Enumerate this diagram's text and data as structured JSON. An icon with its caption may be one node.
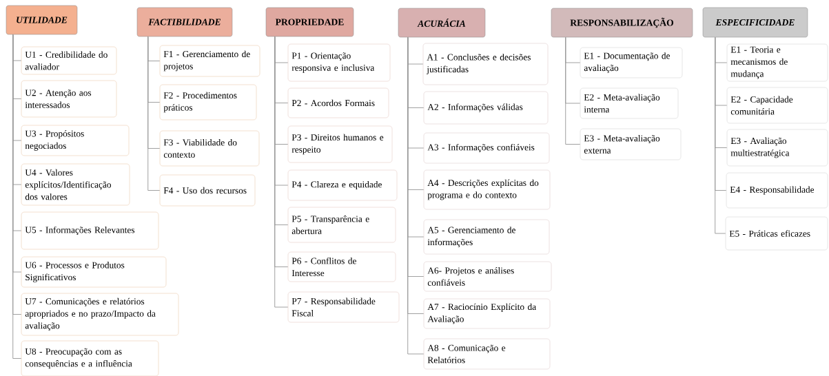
{
  "diagram": {
    "nodes": [
      {
        "text": [
          "UTILIDADE"
        ]
      },
      {
        "text": [
          "U1 - Credibilidade do avaliador"
        ]
      },
      {
        "text": [
          "U2 - Atenção aos interessados"
        ]
      },
      {
        "text": [
          "U3 - Propósitos negociados"
        ]
      },
      {
        "text": [
          "U4 - Valores explícitos/Identificação dos valores"
        ]
      },
      {
        "text": [
          "U5 - Informações Relevantes"
        ]
      },
      {
        "text": [
          "U6 - Processos e Produtos Significativos"
        ]
      },
      {
        "text": [
          "U7 - Comunicações e relatórios apropriados e no prazo/Impacto da avaliação"
        ]
      },
      {
        "text": [
          "U8 - Preocupação com as consequências e a influência"
        ]
      },
      {
        "text": [
          "FACTIBILIDADE"
        ]
      },
      {
        "text": [
          "F1 - Gerenciamento de projetos"
        ]
      },
      {
        "text": [
          "F2 - Procedimentos práticos"
        ]
      },
      {
        "text": [
          "F3 - Viabilidade do contexto"
        ]
      },
      {
        "text": [
          "F4 - Uso dos recursos"
        ]
      },
      {
        "text": [
          "PROPRIEDADE"
        ]
      },
      {
        "text": [
          "P1 - Orientação responsiva e inclusiva"
        ]
      },
      {
        "text": [
          "P2 - Acordos Formais"
        ]
      },
      {
        "text": [
          "P3 - Direitos humanos e respeito"
        ]
      },
      {
        "text": [
          "P4 - Clareza e equidade"
        ]
      },
      {
        "text": [
          "P5 - Transparência e abertura"
        ]
      },
      {
        "text": [
          "P6 - Conflitos de Interesse"
        ]
      },
      {
        "text": [
          "P7 - Responsabilidade Fiscal"
        ]
      },
      {
        "text": [
          "ACURÁCIA"
        ]
      },
      {
        "text": [
          "A1 - Conclusões e decisões justificadas"
        ]
      },
      {
        "text": [
          "A2 - Informações válidas"
        ]
      },
      {
        "text": [
          "A3 - Informações confiáveis"
        ]
      },
      {
        "text": [
          "A4 - Descrições explícitas do programa e do contexto"
        ]
      },
      {
        "text": [
          "A5 - Gerenciamento de informações"
        ]
      },
      {
        "text": [
          "A6- Projetos e análises confiáveis"
        ]
      },
      {
        "text": [
          "A7 - Raciocínio Explícito da Avaliação"
        ]
      },
      {
        "text": [
          "A8 - Comunicação e Relatórios"
        ]
      },
      {
        "text": [
          "RESPONSABILIZAÇÃO"
        ]
      },
      {
        "text": [
          "E1 - Documentação de avaliação"
        ]
      },
      {
        "text": [
          "E2 - Meta-avaliação interna"
        ]
      },
      {
        "text": [
          "E3 - Meta-avaliação externa"
        ]
      },
      {
        "text": [
          "ESPECIFICIDADE"
        ]
      },
      {
        "text": [
          "E1 - Teoria e mecanismos de mudança"
        ]
      },
      {
        "text": [
          "E2 - Capacidade comunitária"
        ]
      },
      {
        "text": [
          "E3 - Avaliação multiestratégica"
        ]
      },
      {
        "text": [
          "E4 - Responsabilidade"
        ]
      },
      {
        "text": [
          "E5 - Práticas eficazes"
        ]
      }
    ],
    "edges": [
      {
        "from": 0,
        "to": 1,
        "arrow": "none"
      },
      {
        "from": 0,
        "to": 2,
        "arrow": "none"
      },
      {
        "from": 0,
        "to": 3,
        "arrow": "none"
      },
      {
        "from": 0,
        "to": 4,
        "arrow": "none"
      },
      {
        "from": 0,
        "to": 5,
        "arrow": "none"
      },
      {
        "from": 0,
        "to": 6,
        "arrow": "none"
      },
      {
        "from": 0,
        "to": 7,
        "arrow": "none"
      },
      {
        "from": 0,
        "to": 8,
        "arrow": "none"
      },
      {
        "from": 9,
        "to": 10,
        "arrow": "none"
      },
      {
        "from": 9,
        "to": 11,
        "arrow": "none"
      },
      {
        "from": 9,
        "to": 12,
        "arrow": "none"
      },
      {
        "from": 9,
        "to": 13,
        "arrow": "none"
      },
      {
        "from": 14,
        "to": 15,
        "arrow": "none"
      },
      {
        "from": 14,
        "to": 16,
        "arrow": "none"
      },
      {
        "from": 14,
        "to": 17,
        "arrow": "none"
      },
      {
        "from": 14,
        "to": 18,
        "arrow": "none"
      },
      {
        "from": 14,
        "to": 19,
        "arrow": "none"
      },
      {
        "from": 14,
        "to": 20,
        "arrow": "none"
      },
      {
        "from": 14,
        "to": 21,
        "arrow": "none"
      },
      {
        "from": 22,
        "to": 23,
        "arrow": "none"
      },
      {
        "from": 22,
        "to": 24,
        "arrow": "none"
      },
      {
        "from": 22,
        "to": 25,
        "arrow": "none"
      },
      {
        "from": 22,
        "to": 26,
        "arrow": "none"
      },
      {
        "from": 22,
        "to": 27,
        "arrow": "none"
      },
      {
        "from": 22,
        "to": 28,
        "arrow": "none"
      },
      {
        "from": 22,
        "to": 29,
        "arrow": "none"
      },
      {
        "from": 22,
        "to": 30,
        "arrow": "none"
      },
      {
        "from": 31,
        "to": 32,
        "arrow": "none"
      },
      {
        "from": 31,
        "to": 33,
        "arrow": "none"
      },
      {
        "from": 31,
        "to": 34,
        "arrow": "none"
      },
      {
        "from": 35,
        "to": 36,
        "arrow": "none"
      },
      {
        "from": 35,
        "to": 37,
        "arrow": "none"
      },
      {
        "from": 35,
        "to": 38,
        "arrow": "none"
      },
      {
        "from": 35,
        "to": 39,
        "arrow": "none"
      },
      {
        "from": 35,
        "to": 40,
        "arrow": "none"
      }
    ]
  }
}
